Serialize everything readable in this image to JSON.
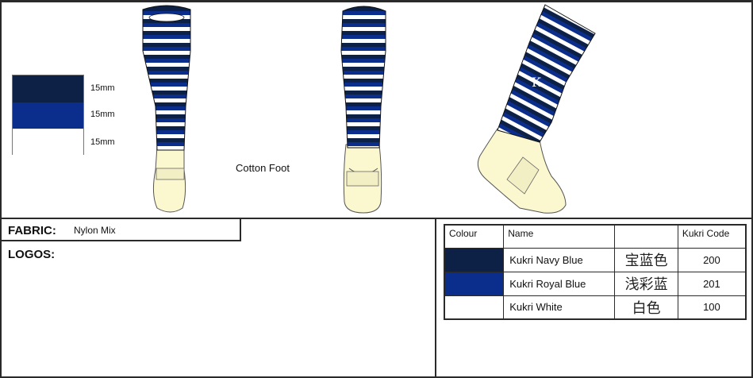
{
  "colors": {
    "navy": "#0c2145",
    "royal": "#0b2d8c",
    "white": "#ffffff",
    "cream": "#fbf8cf",
    "outline": "#222222"
  },
  "stripe_legend": [
    {
      "name": "navy",
      "color": "#0c2145",
      "label": "15mm"
    },
    {
      "name": "royal",
      "color": "#0b2d8c",
      "label": "15mm"
    },
    {
      "name": "white",
      "color": "#ffffff",
      "label": "15mm"
    }
  ],
  "annotations": {
    "cotton_foot": "Cotton Foot"
  },
  "fabric": {
    "title": "FABRIC:",
    "value": "Nylon Mix"
  },
  "logos": {
    "title": "LOGOS:"
  },
  "logo_mark": "K",
  "colour_table": {
    "headers": [
      "Colour",
      "Name",
      "",
      "Kukri Code"
    ],
    "rows": [
      {
        "swatch": "#0c2145",
        "name": "Kukri Navy Blue",
        "chinese": "宝蓝色",
        "code": "200"
      },
      {
        "swatch": "#0b2d8c",
        "name": "Kukri Royal Blue",
        "chinese": "浅彩蓝",
        "code": "201"
      },
      {
        "swatch": "#ffffff",
        "name": "Kukri White",
        "chinese": "白色",
        "code": "100"
      }
    ]
  }
}
